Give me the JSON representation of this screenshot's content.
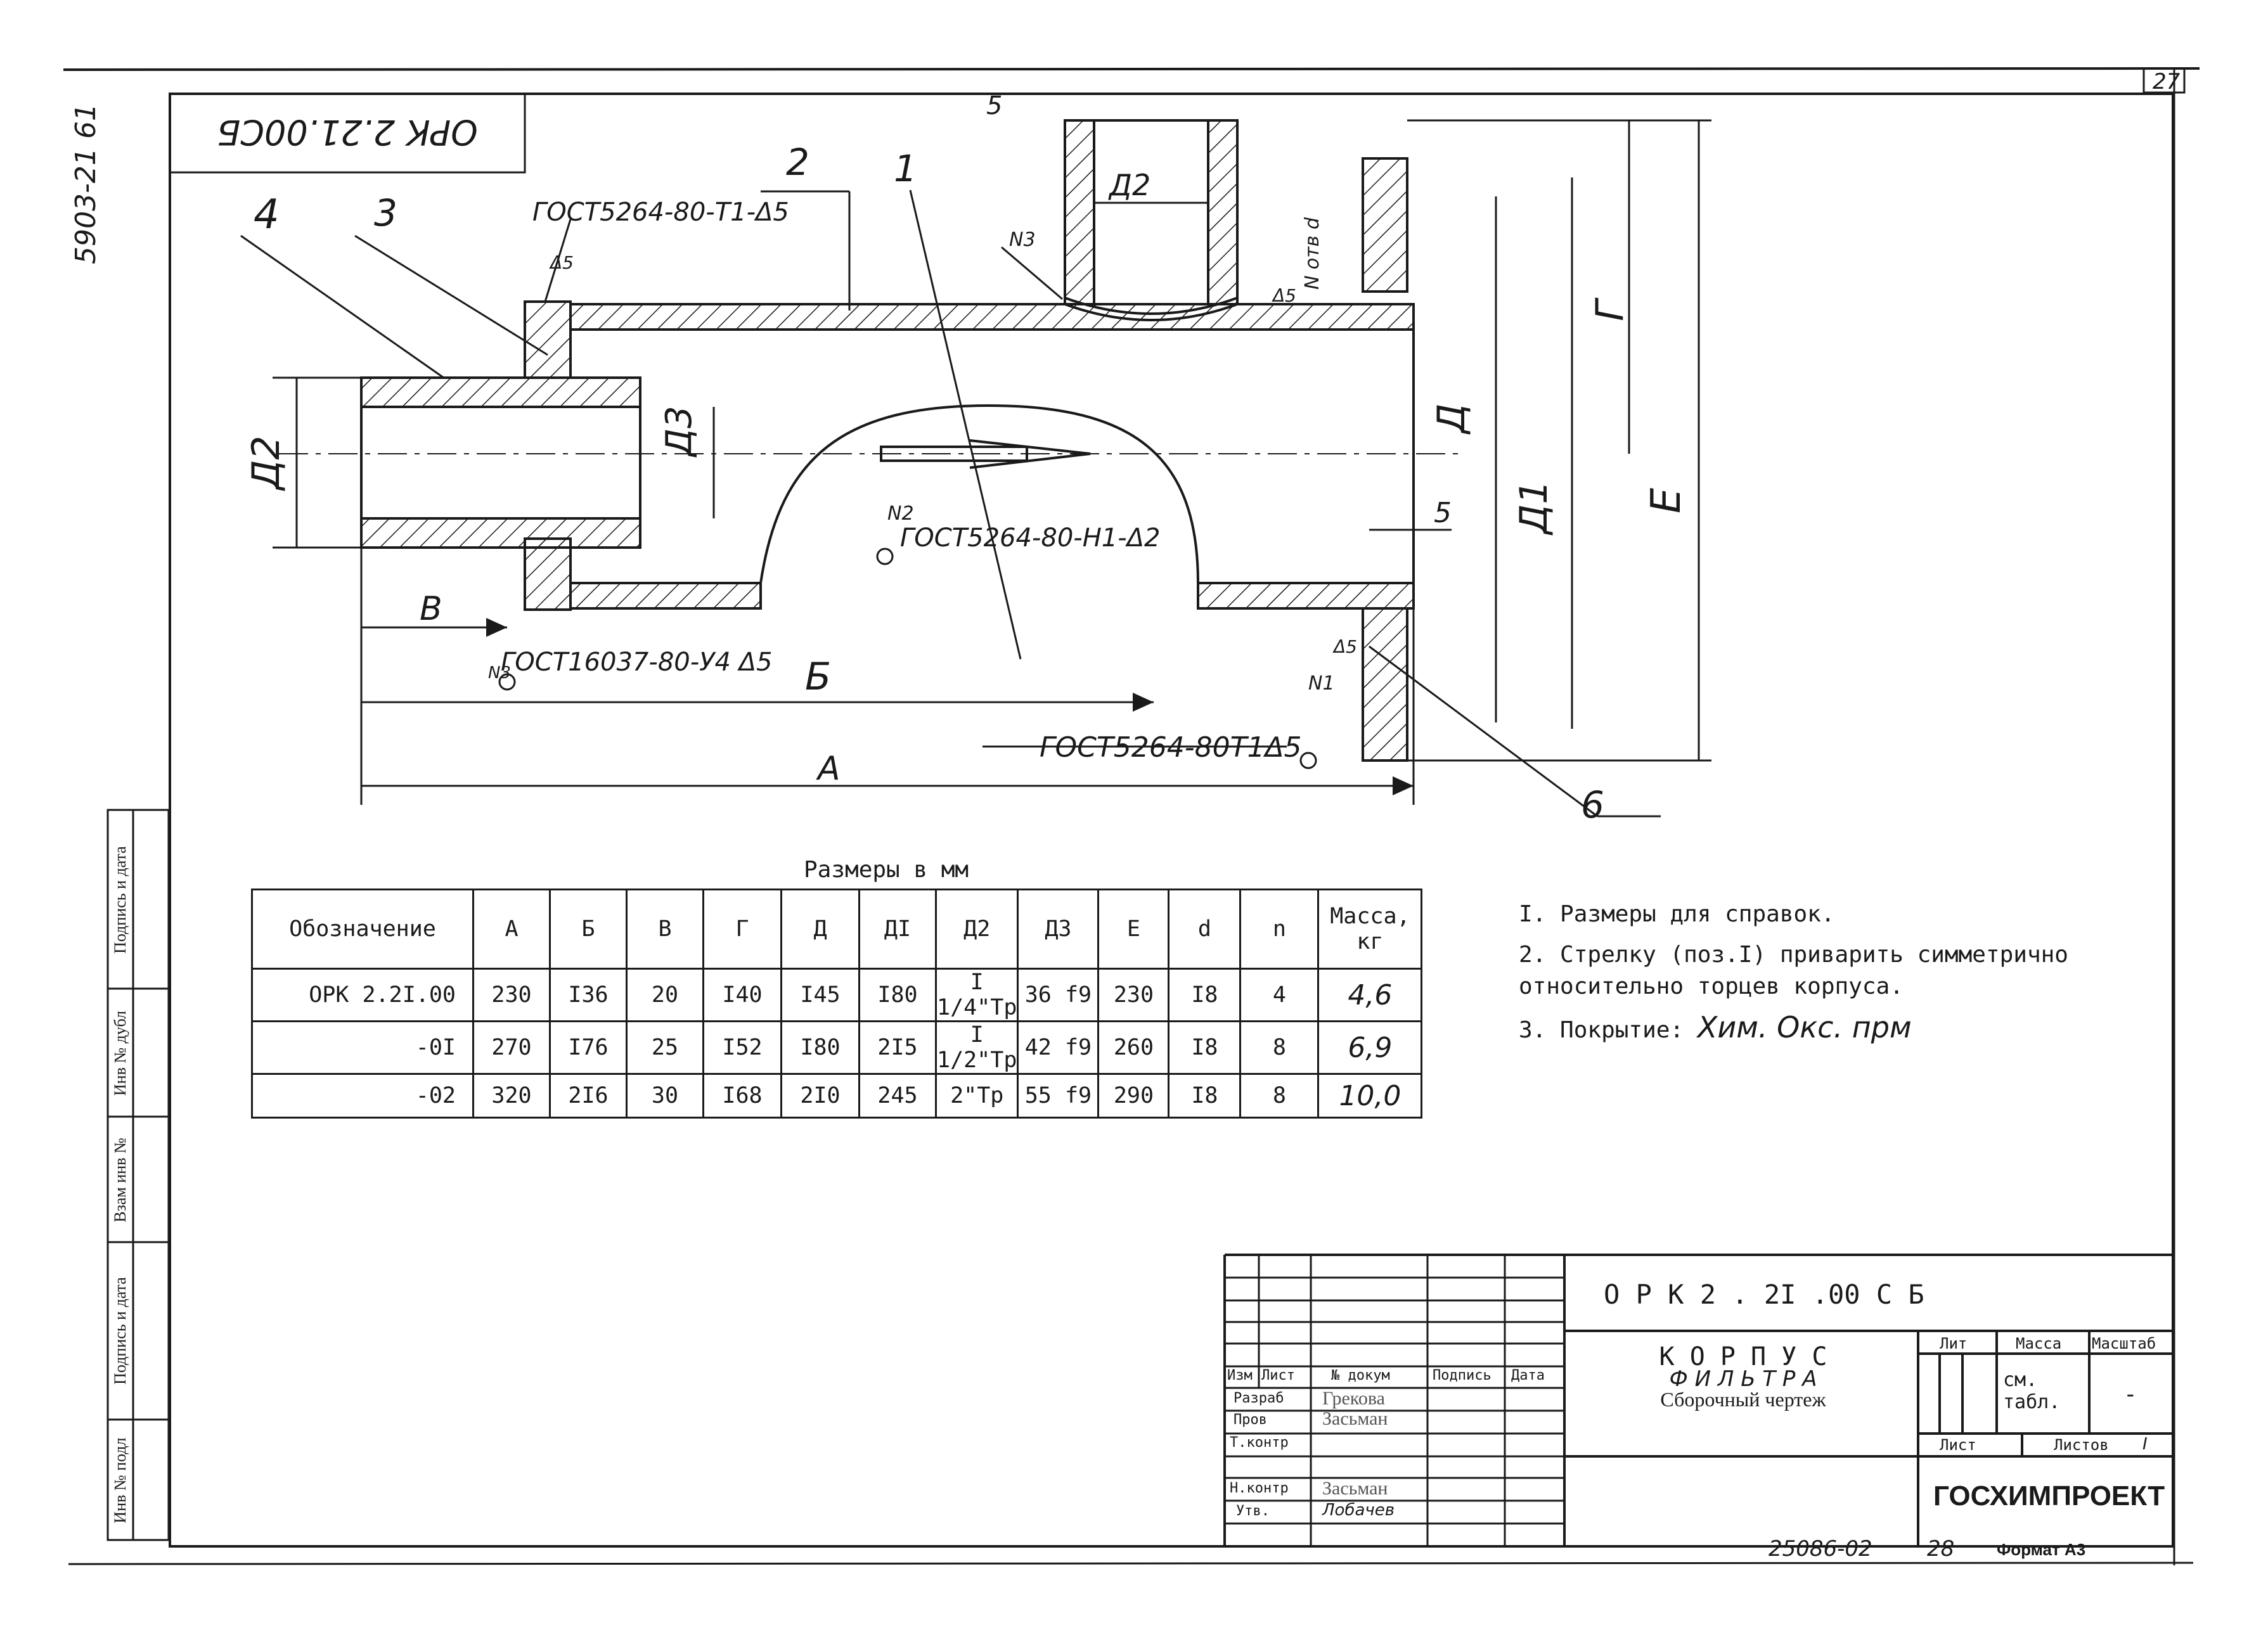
{
  "drawing": {
    "stamp_rotated": "ОРК 2.21.00СБ",
    "inventory_side": "5903-21 61",
    "sheet_number_top": "27",
    "position_labels": [
      "4",
      "3",
      "2",
      "1",
      "5",
      "6"
    ],
    "weld_notes": {
      "top": "ГОСТ5264-80-Т1-Δ5",
      "bottom_left": "ГОСТ16037-80-У4 Δ5",
      "inner": "ГОСТ5264-80-Н1-Δ2",
      "bottom_right": "ГОСТ5264-80Т1Δ5",
      "marks": [
        "Δ5",
        "Δ5",
        "Δ5"
      ],
      "nodes": [
        "N3",
        "N2",
        "N1",
        "N3"
      ]
    },
    "dimension_labels": {
      "d2": "Д2",
      "d3": "Д3",
      "d2_top": "Д2",
      "d": "Д",
      "d1": "Д1",
      "e": "Е",
      "g": "Г",
      "a": "А",
      "b": "Б",
      "v": "В",
      "s": "5",
      "holes": "N отв d"
    }
  },
  "spec": {
    "caption": "Размеры в мм",
    "headers": [
      "Обозначение",
      "А",
      "Б",
      "В",
      "Г",
      "Д",
      "ДI",
      "Д2",
      "Д3",
      "Е",
      "d",
      "n",
      "Масса, кг"
    ],
    "rows": [
      [
        "ОРК 2.2I.00",
        "230",
        "I36",
        "20",
        "I40",
        "I45",
        "I80",
        "I 1/4\"Тр",
        "36 f9",
        "230",
        "I8",
        "4",
        "4,6"
      ],
      [
        "-0I",
        "270",
        "I76",
        "25",
        "I52",
        "I80",
        "2I5",
        "I 1/2\"Тр",
        "42 f9",
        "260",
        "I8",
        "8",
        "6,9"
      ],
      [
        "-02",
        "320",
        "2I6",
        "30",
        "I68",
        "2I0",
        "245",
        "2\"Тр",
        "55 f9",
        "290",
        "I8",
        "8",
        "10,0"
      ]
    ]
  },
  "notes": [
    {
      "num": "I.",
      "text": "Размеры для справок."
    },
    {
      "num": "2.",
      "text": "Стрелку        (поз.I) приварить симметрично относительно торцев корпуса."
    },
    {
      "num": "3.",
      "text": "Покрытие:",
      "hand": "Хим. Окс. прм"
    }
  ],
  "side_columns": [
    "Подпись и дата",
    "Инв № дубл",
    "Взам инв №",
    "Подпись и дата",
    "Инв № подл"
  ],
  "title_block": {
    "code": "О Р К   2 . 2I .00  С Б",
    "name_line1": "К О Р П У С",
    "name_line2": "Ф И Л Ь Т Р А",
    "name_line3": "Сборочный чертеж",
    "col_lit": "Лит",
    "col_mass": "Масса",
    "col_scale": "Масштаб",
    "mass_value": "см. табл.",
    "scale_value": "-",
    "sheet_label": "Лист",
    "sheets_label": "Листов",
    "sheets_value": "I",
    "org": "ГОСХИМПРОЕКТ",
    "signature_headers": [
      "Изм",
      "Лист",
      "№ докум",
      "Подпись",
      "Дата"
    ],
    "signature_roles": [
      "Разраб",
      "Пров",
      "Т.контр",
      "",
      "Н.контр",
      "Утв."
    ],
    "signature_names": [
      "Грекова",
      "Засьман",
      "",
      "",
      "Засьман",
      "Лобачев"
    ],
    "footer_number": "25086-02",
    "footer_page": "28",
    "format": "Формат А3"
  }
}
